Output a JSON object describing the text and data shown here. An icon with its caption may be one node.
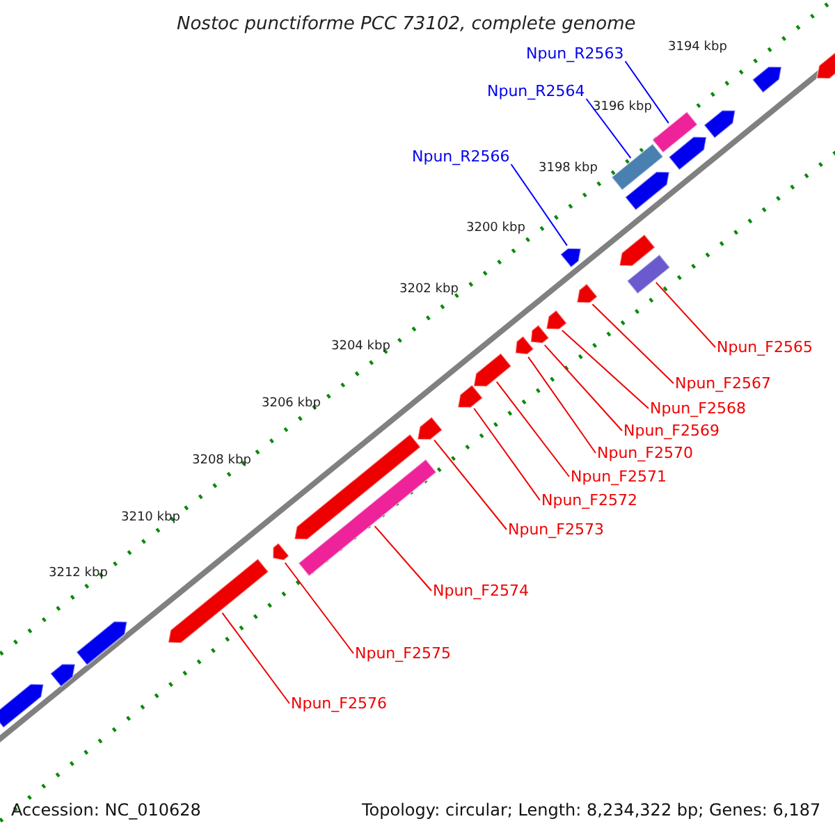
{
  "diagram": {
    "title": "Nostoc punctiforme PCC 73102, complete genome",
    "nodes": [
      {
        "text": [
          "Npun_R2563"
        ]
      },
      {
        "text": [
          "Npun_R2564"
        ]
      },
      {
        "text": [
          "Npun_R2566"
        ]
      },
      {
        "text": [
          "Npun_F2565"
        ]
      },
      {
        "text": [
          "Npun_F2567"
        ]
      },
      {
        "text": [
          "Npun_F2568"
        ]
      },
      {
        "text": [
          "Npun_F2569"
        ]
      },
      {
        "text": [
          "Npun_F2570"
        ]
      },
      {
        "text": [
          "Npun_F2571"
        ]
      },
      {
        "text": [
          "Npun_F2572"
        ]
      },
      {
        "text": [
          "Npun_F2573"
        ]
      },
      {
        "text": [
          "Npun_F2574"
        ]
      },
      {
        "text": [
          "Npun_F2575"
        ]
      },
      {
        "text": [
          "Npun_F2576"
        ]
      },
      {
        "text": [],
        "shape": "box"
      },
      {
        "text": [],
        "shape": "box"
      },
      {
        "text": [],
        "shape": "box"
      },
      {
        "text": [],
        "shape": "box"
      },
      {
        "text": [],
        "shape": "box"
      },
      {
        "text": [],
        "shape": "box"
      },
      {
        "text": [],
        "shape": "box"
      },
      {
        "text": [],
        "shape": "box"
      },
      {
        "text": [],
        "shape": "box"
      },
      {
        "text": [],
        "shape": "box"
      },
      {
        "text": [],
        "shape": "box"
      },
      {
        "text": [],
        "shape": "box"
      },
      {
        "text": [],
        "shape": "box"
      },
      {
        "text": [],
        "shape": "box"
      },
      {
        "text": [],
        "shape": "box"
      },
      {
        "text": [],
        "shape": "box"
      },
      {
        "text": [],
        "shape": "box"
      },
      {
        "text": [],
        "shape": "box"
      },
      {
        "text": [],
        "shape": "box"
      },
      {
        "text": [],
        "shape": "box"
      },
      {
        "text": [],
        "shape": "box"
      },
      {
        "text": [],
        "shape": "box"
      },
      {
        "text": [],
        "shape": "box"
      },
      {
        "text": [],
        "shape": "box"
      }
    ],
    "edges": [
      {
        "from": 0,
        "to": 14,
        "arrow": "none",
        "color": "#0000ff"
      },
      {
        "from": 1,
        "to": 15,
        "arrow": "none",
        "color": "#0000ff"
      },
      {
        "from": 2,
        "to": 16,
        "arrow": "none",
        "color": "#0000ff"
      },
      {
        "from": 3,
        "to": 17,
        "arrow": "none"
      },
      {
        "from": 4,
        "to": 18,
        "arrow": "none"
      },
      {
        "from": 5,
        "to": 19,
        "arrow": "none"
      },
      {
        "from": 6,
        "to": 20,
        "arrow": "none"
      },
      {
        "from": 7,
        "to": 21,
        "arrow": "none"
      },
      {
        "from": 8,
        "to": 22,
        "arrow": "none"
      },
      {
        "from": 9,
        "to": 23,
        "arrow": "none"
      },
      {
        "from": 10,
        "to": 24,
        "arrow": "none"
      },
      {
        "from": 11,
        "to": 25,
        "arrow": "none"
      },
      {
        "from": 12,
        "to": 26,
        "arrow": "none"
      },
      {
        "from": 13,
        "to": 27,
        "arrow": "none"
      }
    ],
    "labels": [
      "3194 kbp",
      "3196 kbp",
      "3198 kbp",
      "3200 kbp",
      "3202 kbp",
      "3204 kbp",
      "3206 kbp",
      "3208 kbp",
      "3210 kbp",
      "3212 kbp",
      "Accession: NC_010628",
      "Topology: circular; Length: 8,234,322 bp; Genes: 6,187"
    ]
  }
}
